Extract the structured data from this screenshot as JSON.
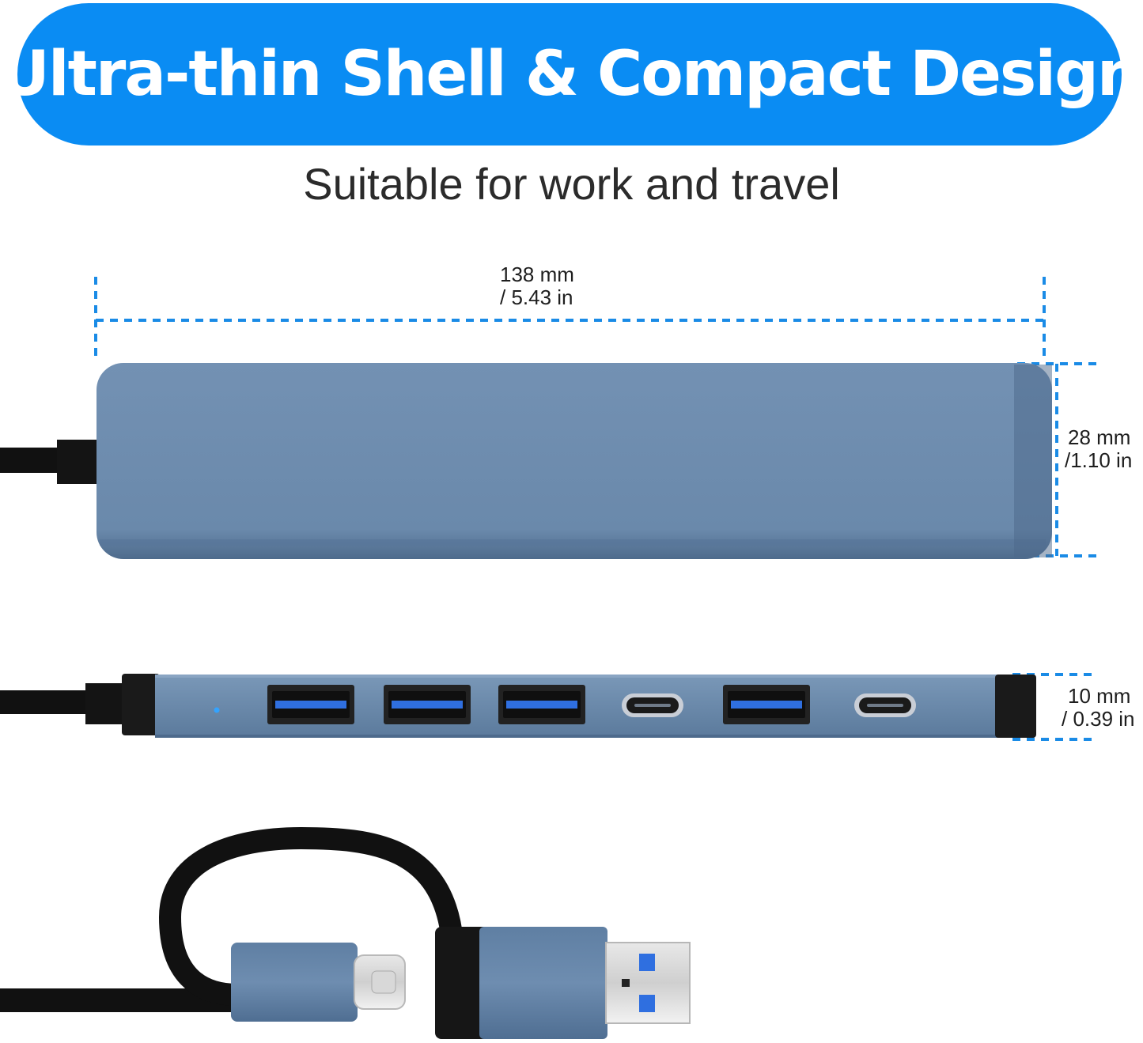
{
  "banner": {
    "title": "Ultra-thin Shell & Compact Design"
  },
  "subtitle": "Suitable for work and travel",
  "dimensions": {
    "length": {
      "metric": "138 mm",
      "imperial": "/ 5.43 in"
    },
    "width": {
      "metric": "28 mm",
      "imperial": "/1.10 in"
    },
    "thickness": {
      "metric": "10 mm",
      "imperial": "/ 0.39 in"
    }
  },
  "colors": {
    "banner_blue": "#0a8cf3",
    "hub_body": "#6b8bad",
    "dimension_line": "#1a8be6",
    "port_blue": "#2f6fe0",
    "cable": "#111111"
  },
  "icons": [
    "usb-a-port-icon",
    "usb-c-port-icon",
    "led-indicator-icon",
    "usb-a-connector-icon",
    "usb-c-connector-icon"
  ]
}
